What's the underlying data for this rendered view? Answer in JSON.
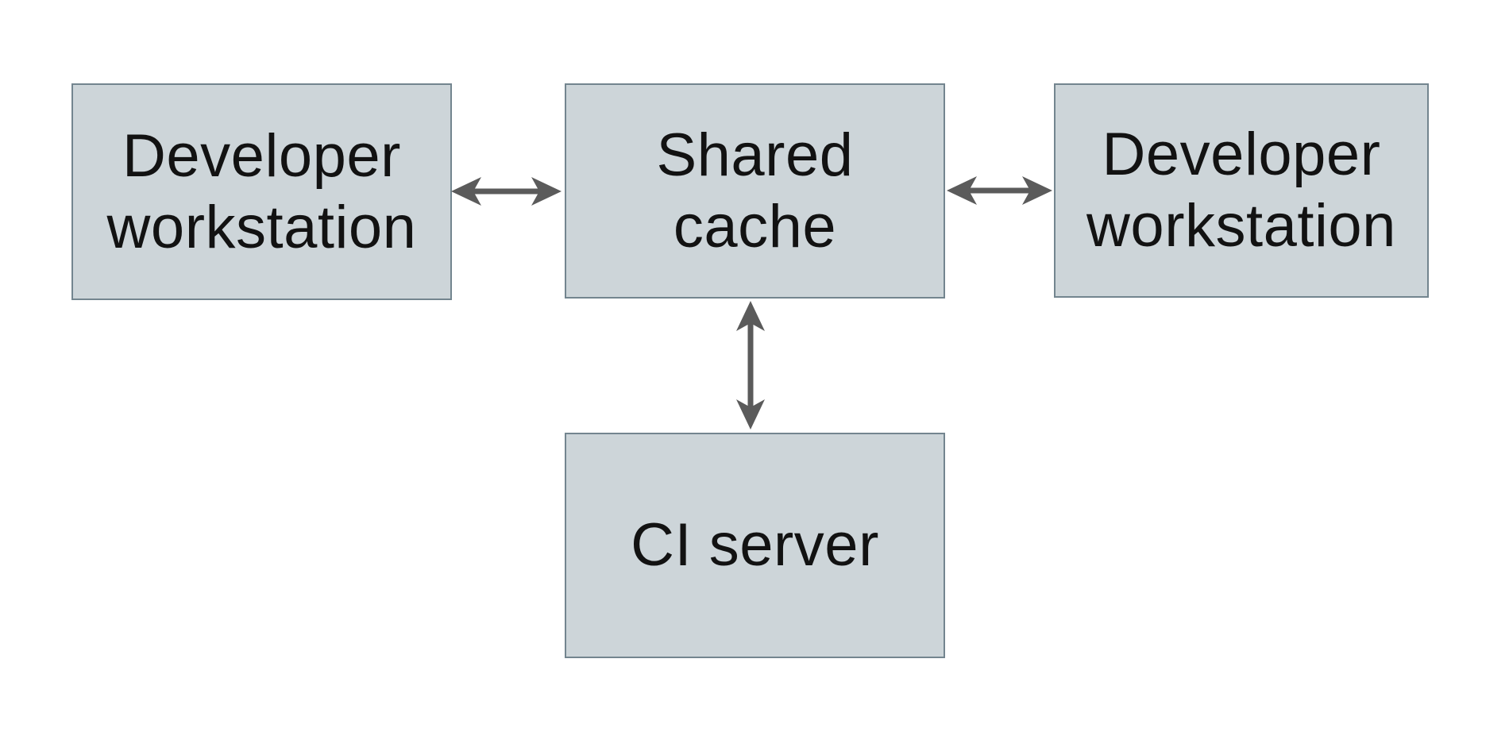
{
  "diagram": {
    "nodes": [
      {
        "id": "developer-workstation-left",
        "label": "Developer workstation",
        "lines": [
          "Developer",
          "workstation"
        ]
      },
      {
        "id": "shared-cache",
        "label": "Shared cache",
        "lines": [
          "Shared",
          "cache"
        ]
      },
      {
        "id": "developer-workstation-right",
        "label": "Developer workstation",
        "lines": [
          "Developer",
          "workstation"
        ]
      },
      {
        "id": "ci-server",
        "label": "CI server",
        "lines": [
          "CI server"
        ]
      }
    ],
    "edges": [
      {
        "from": "developer-workstation-left",
        "to": "shared-cache",
        "type": "bidirectional"
      },
      {
        "from": "shared-cache",
        "to": "developer-workstation-right",
        "type": "bidirectional"
      },
      {
        "from": "shared-cache",
        "to": "ci-server",
        "type": "bidirectional"
      }
    ],
    "colors": {
      "background": "#ffffff",
      "node_fill": "#cdd5d9",
      "node_border": "#73858f",
      "arrow": "#5b5b5b",
      "text": "#121212"
    }
  }
}
